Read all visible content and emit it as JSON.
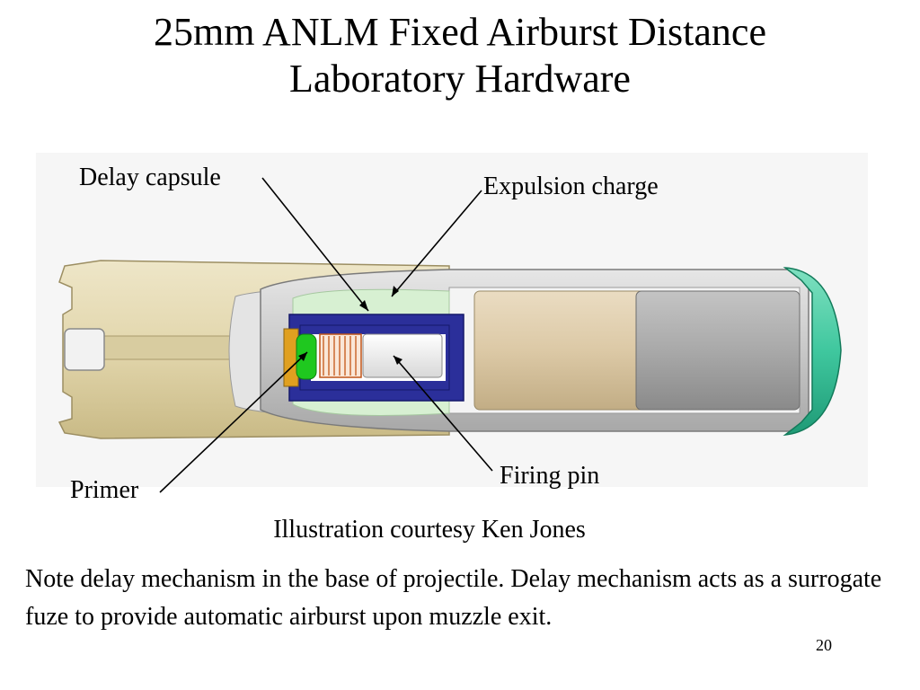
{
  "title": {
    "line1": "25mm ANLM Fixed Airburst Distance",
    "line2": "Laboratory Hardware"
  },
  "labels": {
    "delay_capsule": "Delay capsule",
    "expulsion_charge": "Expulsion charge",
    "primer": "Primer",
    "firing_pin": "Firing pin"
  },
  "credit": "Illustration courtesy Ken Jones",
  "note": "Note delay mechanism in the base of projectile.  Delay mechanism acts as a surrogate fuze to provide automatic airburst upon muzzle exit.",
  "page_number": "20"
}
